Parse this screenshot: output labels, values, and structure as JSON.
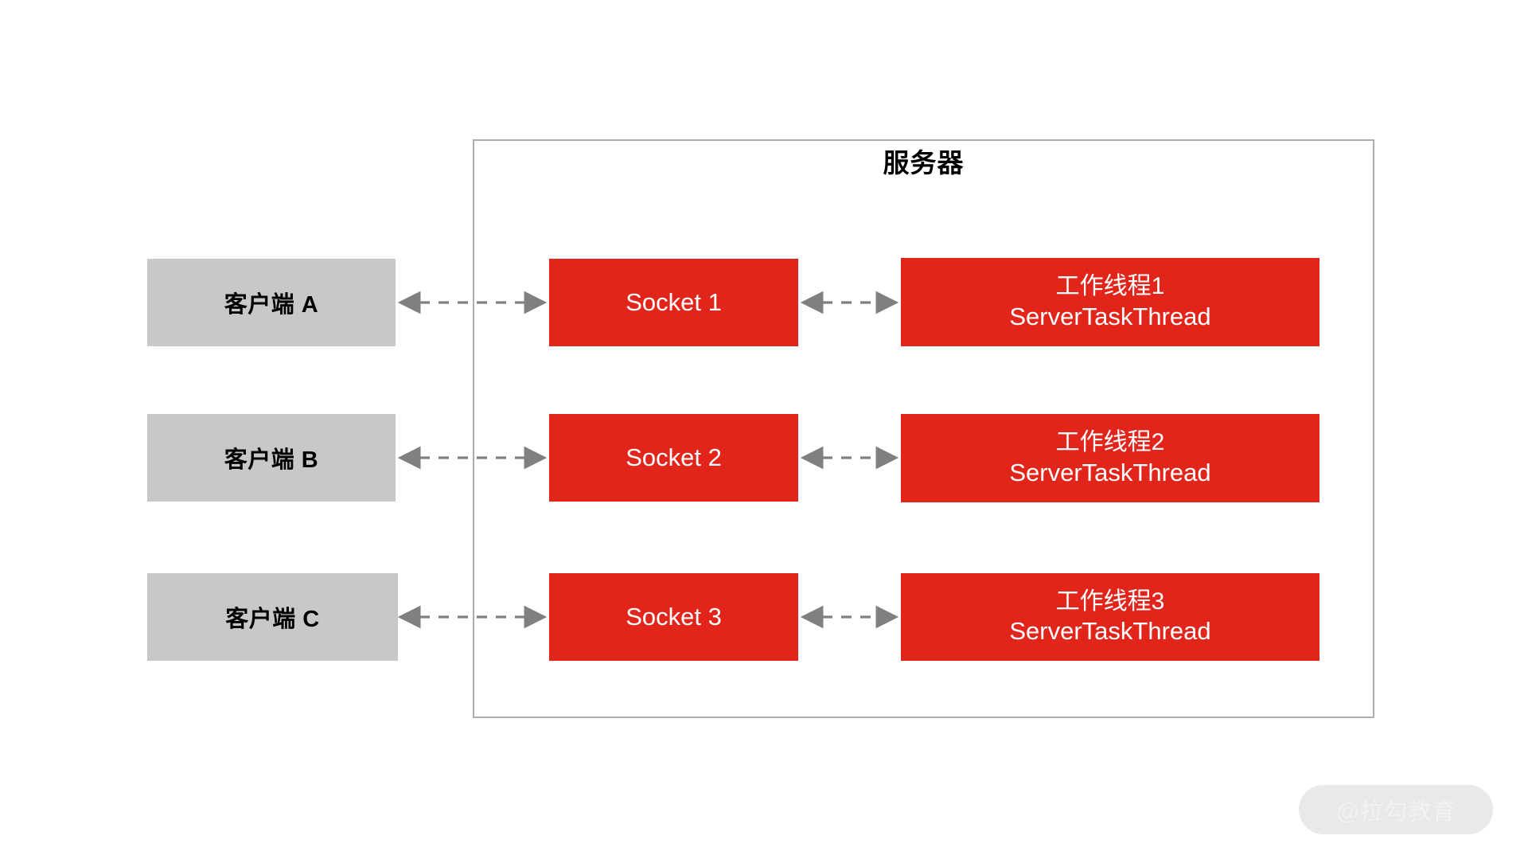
{
  "diagram": {
    "title": "服务器",
    "colors": {
      "client_fill": "#c8c8c8",
      "node_fill": "#e2251b",
      "node_text": "#ffffff",
      "border": "#adadad",
      "arrow": "#808080",
      "background": "#ffffff"
    },
    "clients": [
      {
        "label": "客户端 A"
      },
      {
        "label": "客户端 B"
      },
      {
        "label": "客户端 C"
      }
    ],
    "sockets": [
      {
        "label": "Socket 1"
      },
      {
        "label": "Socket 2"
      },
      {
        "label": "Socket 3"
      }
    ],
    "workers": [
      {
        "line1": "工作线程1",
        "line2": "ServerTaskThread"
      },
      {
        "line1": "工作线程2",
        "line2": "ServerTaskThread"
      },
      {
        "line1": "工作线程3",
        "line2": "ServerTaskThread"
      }
    ],
    "connections": [
      {
        "from": "客户端 A",
        "to": "Socket 1",
        "style": "dashed",
        "direction": "bidirectional"
      },
      {
        "from": "Socket 1",
        "to": "工作线程1",
        "style": "dashed",
        "direction": "bidirectional"
      },
      {
        "from": "客户端 B",
        "to": "Socket 2",
        "style": "dashed",
        "direction": "bidirectional"
      },
      {
        "from": "Socket 2",
        "to": "工作线程2",
        "style": "dashed",
        "direction": "bidirectional"
      },
      {
        "from": "客户端 C",
        "to": "Socket 3",
        "style": "dashed",
        "direction": "bidirectional"
      },
      {
        "from": "Socket 3",
        "to": "工作线程3",
        "style": "dashed",
        "direction": "bidirectional"
      }
    ]
  },
  "watermark": {
    "text": "@拉勾教育"
  }
}
